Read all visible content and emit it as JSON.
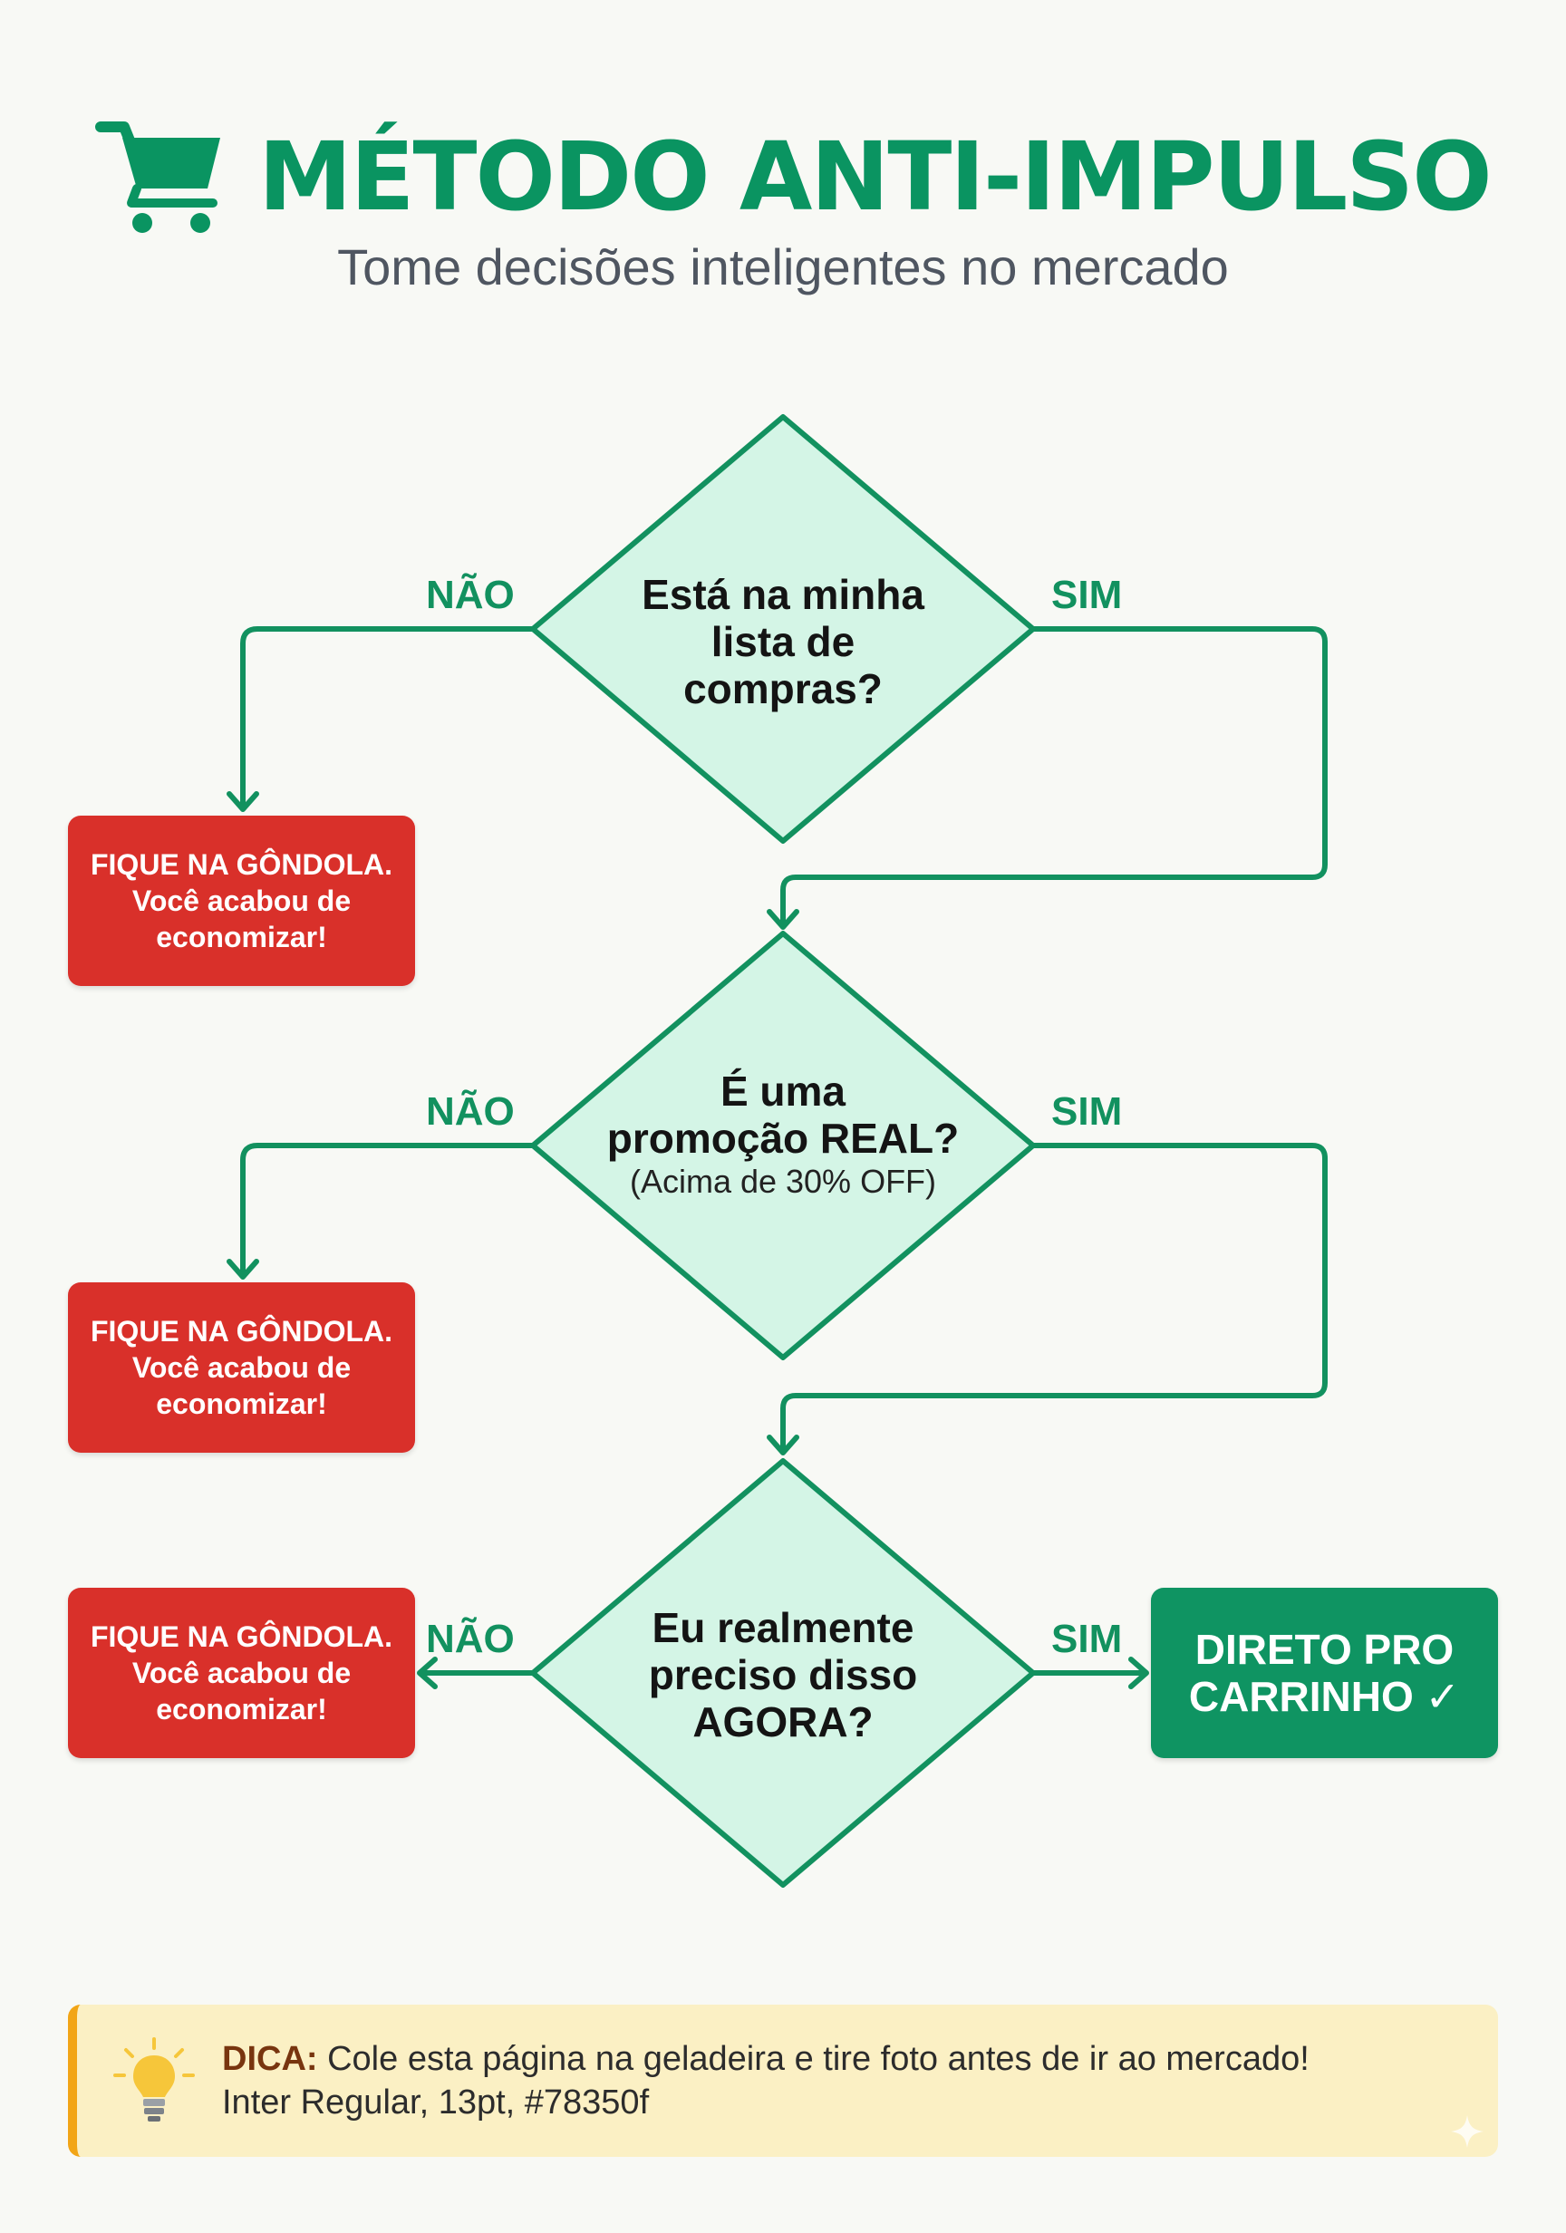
{
  "header": {
    "title": "MÉTODO ANTI-IMPULSO",
    "subtitle": "Tome decisões inteligentes no mercado",
    "icon": "shopping-cart-icon"
  },
  "colors": {
    "brand_green": "#12915f",
    "diamond_fill": "#d4f5e6",
    "stop_red": "#d9302a",
    "go_green": "#0f9462",
    "tip_background": "#fbf0c4",
    "tip_accent": "#f2a516"
  },
  "flow": {
    "questions": [
      {
        "text": "Está na minha lista de compras?",
        "line1": "Está na minha",
        "line2": "lista de",
        "line3": "compras?",
        "no_label": "NÃO",
        "yes_label": "SIM"
      },
      {
        "line1": "É uma",
        "line2": "promoção REAL?",
        "note": "(Acima de 30% OFF)",
        "no_label": "NÃO",
        "yes_label": "SIM"
      },
      {
        "line1": "Eu realmente",
        "line2": "preciso disso",
        "line3": "AGORA?",
        "no_label": "NÃO",
        "yes_label": "SIM"
      }
    ],
    "stop_boxes": [
      {
        "line1": "FIQUE NA GÔNDOLA.",
        "line2": "Você acabou de",
        "line3": "economizar!"
      },
      {
        "line1": "FIQUE NA GÔNDOLA.",
        "line2": "Você acabou de",
        "line3": "economizar!"
      },
      {
        "line1": "FIQUE NA GÔNDOLA.",
        "line2": "Você acabou de",
        "line3": "economizar!"
      }
    ],
    "final": {
      "line1": "DIRETO PRO",
      "line2": "CARRINHO ✓"
    }
  },
  "tip": {
    "label": "DICA:",
    "text": "Cole esta página na geladeira e tire foto antes de ir ao mercado!",
    "line2": "Inter Regular, 13pt, #78350f",
    "icon": "lightbulb-icon"
  }
}
